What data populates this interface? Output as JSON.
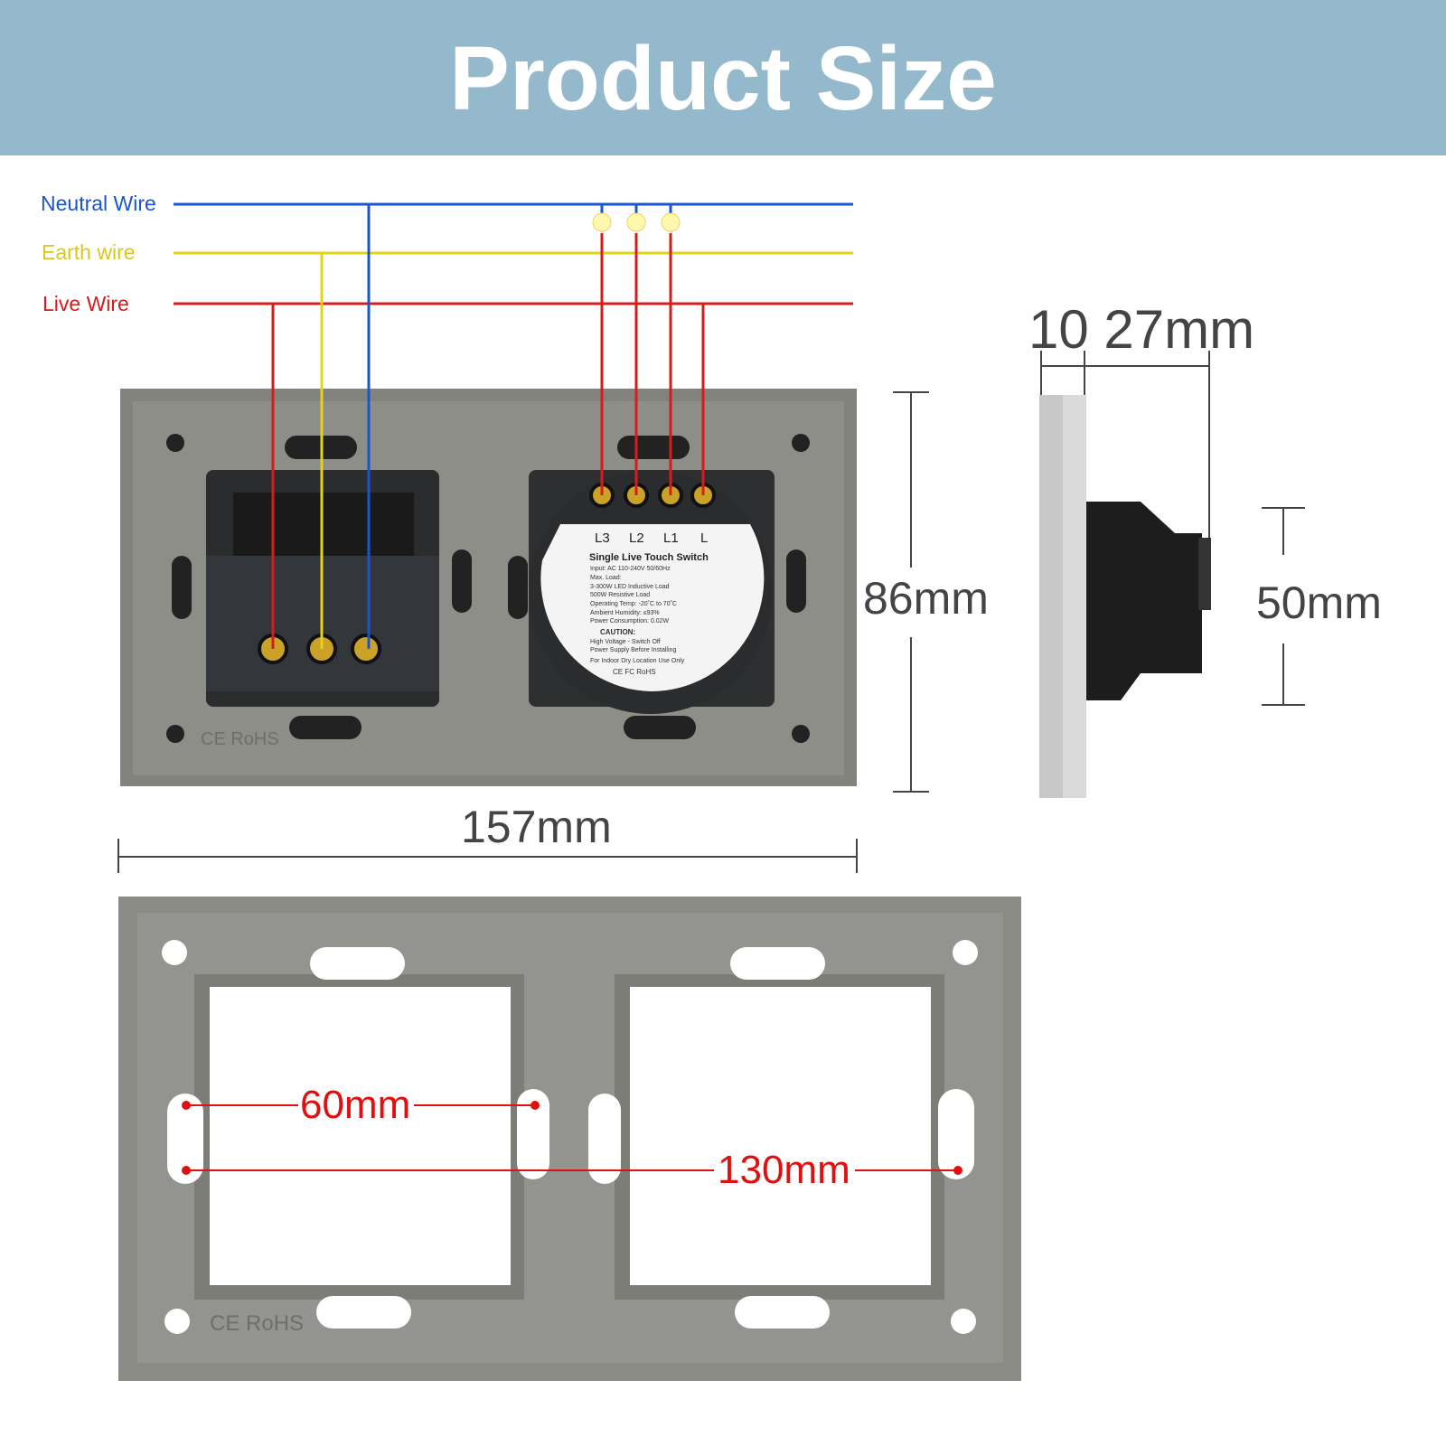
{
  "header": {
    "title": "Product Size"
  },
  "wires": {
    "neutral": {
      "label": "Neutral Wire",
      "color": "#1a55d0"
    },
    "earth": {
      "label": "Earth wire",
      "color": "#d9c81a"
    },
    "live": {
      "label": "Live Wire",
      "color": "#d81c1c"
    }
  },
  "dimensions": {
    "height": "86mm",
    "width": "157mm",
    "depth": "10 27mm",
    "module": "50mm",
    "spacing_inner": "60mm",
    "spacing_outer": "130mm"
  },
  "switch_label": {
    "terminals": [
      "L3",
      "L2",
      "L1",
      "L"
    ],
    "title": "Single Live Touch Switch",
    "lines": [
      "Input: AC 110-240V 50/60Hz",
      "Max. Load:",
      "3-300W LED Inductive Load",
      "500W Resistive Load",
      "Operating Temp: -20˚C to 70˚C",
      "Ambient Humidity: ≤93%",
      "Power Consumption: 0.02W"
    ],
    "caution": "CAUTION:",
    "caution_lines": [
      "High Voltage - Switch Off",
      "Power Supply Before Installing",
      "For Indoor Dry Location Use Only"
    ],
    "marks": "CE FC RoHS"
  },
  "plate_marks": "CE RoHS",
  "colors": {
    "header": "#94b8cc",
    "plate": "#8b8b85",
    "dim_red": "#e01010"
  }
}
